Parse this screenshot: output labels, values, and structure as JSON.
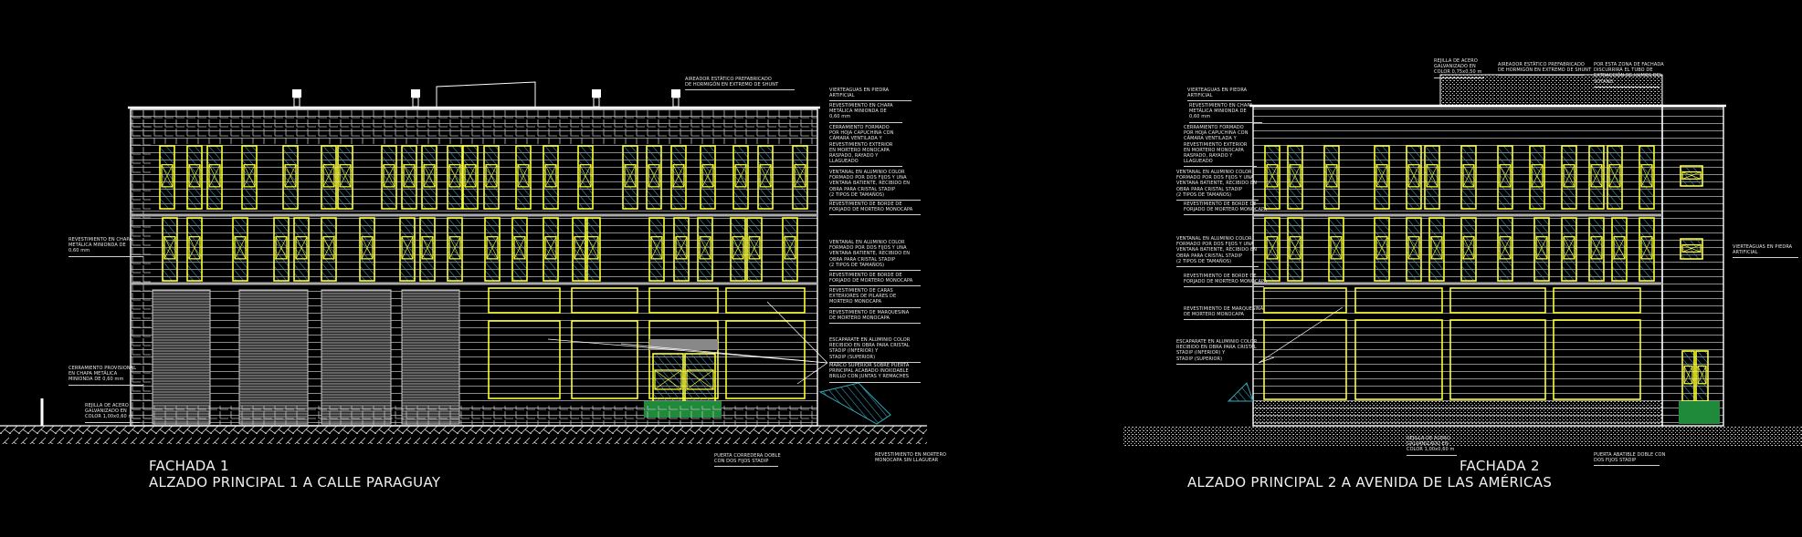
{
  "colors": {
    "background": "#000000",
    "lines": "#ffffff",
    "cladding": "#9a9a9a",
    "windows": "#ffff33",
    "glass": "#33aacc"
  },
  "drawings": [
    {
      "id": "fachada-1",
      "title": "FACHADA 1",
      "subtitle": "ALZADO PRINCIPAL 1 A CALLE PARAGUAY",
      "notes": [
        {
          "id": "aireador",
          "lines": [
            "AIREADOR ESTÁTICO PREFABRICADO",
            "DE HORMIGÓN EN EXTREMO DE SHUNT"
          ]
        },
        {
          "id": "vierteaguas",
          "lines": [
            "VIERTEAGUAS EN PIEDRA",
            "ARTIFICIAL"
          ]
        },
        {
          "id": "rev-chapa",
          "lines": [
            "REVESTIMIENTO EN CHAPA",
            "METÁLICA MINIONDA DE",
            "0,60 mm"
          ]
        },
        {
          "id": "cerramiento",
          "lines": [
            "CERRAMIENTO FORMADO",
            "POR HOJA CAPUCHINA CON",
            "CÁMARA VENTILADA Y",
            "REVESTIMIENTO EXTERIOR",
            "EN MORTERO MONOCAPA",
            "RASPADO, RAYADO Y",
            "LLAGUEADO"
          ]
        },
        {
          "id": "ventanal-1",
          "lines": [
            "VENTANAL EN ALUMINIO COLOR",
            "FORMADO POR DOS FIJOS Y UNA",
            "VENTANA BATIENTE, RECIBIDO EN",
            "OBRA PARA CRISTAL STADIP",
            "(2 TIPOS DE TAMAÑOS)"
          ]
        },
        {
          "id": "borde-forjado-1",
          "lines": [
            "REVESTIMIENTO DE BORDE DE",
            "FORJADO DE MORTERO MONOCAPA"
          ]
        },
        {
          "id": "ventanal-2",
          "lines": [
            "VENTANAL EN ALUMINIO COLOR",
            "FORMADO POR DOS FIJOS Y UNA",
            "VENTANA BATIENTE, RECIBIDO EN",
            "OBRA PARA CRISTAL STADIP",
            "(2 TIPOS DE TAMAÑOS)"
          ]
        },
        {
          "id": "borde-forjado-2",
          "lines": [
            "REVESTIMIENTO DE BORDE DE",
            "FORJADO DE MORTERO MONOCAPA"
          ]
        },
        {
          "id": "cabeza-pilares",
          "lines": [
            "REVESTIMIENTO DE CARAS",
            "EXTERIORES DE PILARES DE",
            "MORTERO MONOCAPA"
          ]
        },
        {
          "id": "marquesina",
          "lines": [
            "REVESTIMIENTO DE MARQUESINA",
            "DE MORTERO MONOCAPA"
          ]
        },
        {
          "id": "escaparate",
          "lines": [
            "ESCAPARATE EN ALUMINIO COLOR",
            "RECIBIDO EN OBRA PARA CRISTAL",
            "STADIP (INFERIOR) Y",
            "STADIP (SUPERIOR)"
          ]
        },
        {
          "id": "marco-superior",
          "lines": [
            "MARCO SUPERIOR SOBRE PUERTA",
            "PRINCIPAL ACABADO INOXIDABLE",
            "BRILLO CON JUNTAS Y REMACHES"
          ]
        },
        {
          "id": "rev-chapa-izq",
          "lines": [
            "REVESTIMIENTO EN CHAPA",
            "METÁLICA MINIONDA DE",
            "0,60 mm"
          ]
        },
        {
          "id": "cerramiento-provisional",
          "lines": [
            "CERRAMIENTO PROVISIONAL",
            "EN CHAPA METÁLICA",
            "MINIONDA DE 0,60 mm"
          ]
        },
        {
          "id": "rejilla",
          "lines": [
            "REJILLA DE ACERO",
            "GALVANIZADO EN",
            "COLOR 1,00x0,60 m"
          ]
        },
        {
          "id": "puerta-corredera",
          "lines": [
            "PUERTA CORREDERA DOBLE",
            "CON DOS FIJOS STADIP"
          ]
        },
        {
          "id": "rev-mortero",
          "lines": [
            "REVESTIMIENTO EN MORTERO",
            "MONOCAPA SIN LLAGUEAR"
          ]
        }
      ]
    },
    {
      "id": "fachada-2",
      "title": "FACHADA 2",
      "subtitle": "ALZADO PRINCIPAL 2 A AVENIDA DE LAS AMÉRICAS",
      "notes": [
        {
          "id": "rejilla-top",
          "lines": [
            "REJILLA DE ACERO",
            "GALVANIZADO EN",
            "COLOR 0,75x0,50 m"
          ]
        },
        {
          "id": "aireador",
          "lines": [
            "AIREADOR ESTÁTICO PREFABRICADO",
            "DE HORMIGÓN EN EXTREMO DE SHUNT"
          ]
        },
        {
          "id": "humos",
          "lines": [
            "POR ESTA ZONA DE FACHADA",
            "DISCURRIRÁ EL TUBO DE",
            "EXTRACCIÓN DE HUMOS DEL",
            "SÓTANO"
          ]
        },
        {
          "id": "vierteaguas",
          "lines": [
            "VIERTEAGUAS EN PIEDRA",
            "ARTIFICIAL"
          ]
        },
        {
          "id": "rev-chapa",
          "lines": [
            "REVESTIMIENTO EN CHAPA",
            "METÁLICA MINIONDA DE",
            "0,60 mm"
          ]
        },
        {
          "id": "cerramiento",
          "lines": [
            "CERRAMIENTO FORMADO",
            "POR HOJA CAPUCHINA CON",
            "CÁMARA VENTILADA Y",
            "REVESTIMIENTO EXTERIOR",
            "EN MORTERO MONOCAPA",
            "RASPADO, RAYADO Y",
            "LLAGUEADO"
          ]
        },
        {
          "id": "ventanal-1",
          "lines": [
            "VENTANAL EN ALUMINIO COLOR",
            "FORMADO POR DOS FIJOS Y UNA",
            "VENTANA BATIENTE, RECIBIDO EN",
            "OBRA PARA CRISTAL STADIP",
            "(2 TIPOS DE TAMAÑOS)"
          ]
        },
        {
          "id": "borde-forjado-1",
          "lines": [
            "REVESTIMIENTO DE BORDE DE",
            "FORJADO DE MORTERO MONOCAPA"
          ]
        },
        {
          "id": "ventanal-2",
          "lines": [
            "VENTANAL EN ALUMINIO COLOR",
            "FORMADO POR DOS FIJOS Y UNA",
            "VENTANA BATIENTE, RECIBIDO EN",
            "OBRA PARA CRISTAL STADIP",
            "(2 TIPOS DE TAMAÑOS)"
          ]
        },
        {
          "id": "borde-forjado-2",
          "lines": [
            "REVESTIMIENTO DE BORDE DE",
            "FORJADO DE MORTERO MONOCAPA"
          ]
        },
        {
          "id": "marquesina",
          "lines": [
            "REVESTIMIENTO DE MARQUESINA",
            "DE MORTERO MONOCAPA"
          ]
        },
        {
          "id": "escaparate",
          "lines": [
            "ESCAPARATE EN ALUMINIO COLOR",
            "RECIBIDO EN OBRA PARA CRISTAL",
            "STADIP (INFERIOR) Y",
            "STADIP (SUPERIOR)"
          ]
        },
        {
          "id": "vierteaguas-der",
          "lines": [
            "VIERTEAGUAS EN PIEDRA",
            "ARTIFICIAL"
          ]
        },
        {
          "id": "rejilla-bottom",
          "lines": [
            "REJILLA DE ACERO",
            "GALVANIZADO EN",
            "COLOR 1,00x0,60 m"
          ]
        },
        {
          "id": "puerta-abatible",
          "lines": [
            "PUERTA ABATIBLE DOBLE CON",
            "DOS FIJOS STADIP"
          ]
        }
      ]
    }
  ]
}
